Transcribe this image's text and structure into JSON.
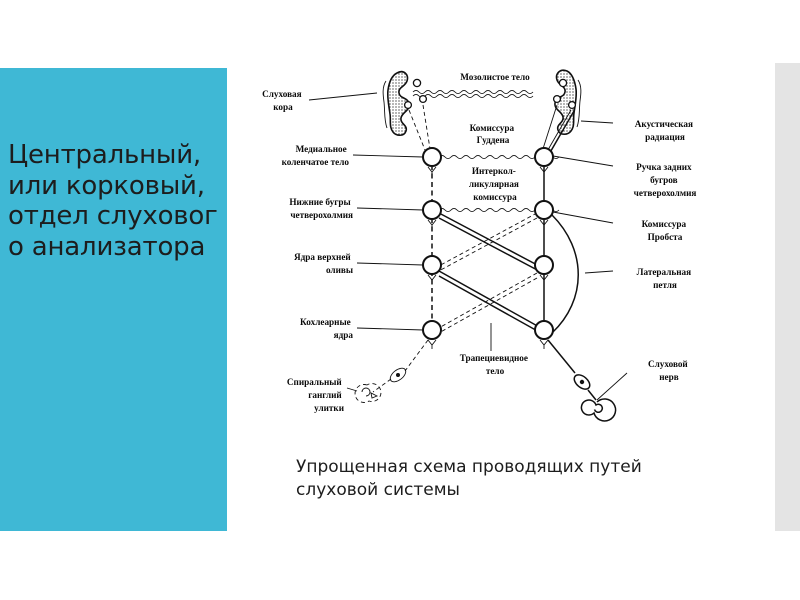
{
  "slide": {
    "title": "Центральный, или корковый, отдел слухового анализатора",
    "caption": "Упрощенная схема проводящих путей слуховой системы",
    "accent_color": "#3fb8d5",
    "background_color": "#ffffff",
    "scrollbar_color": "#e4e4e4"
  },
  "figure": {
    "labels_left": [
      {
        "id": "auditory-cortex",
        "text": "Слуховая\nкора"
      },
      {
        "id": "medial-geniculate-body",
        "text": "Медиальное\nколенчатое тело"
      },
      {
        "id": "inferior-colliculi",
        "text": "Нижние бугры\nчетверохолмия"
      },
      {
        "id": "superior-olive-nuclei",
        "text": "Ядра верхней\nоливы"
      },
      {
        "id": "cochlear-nuclei",
        "text": "Кохлеарные\nядра"
      },
      {
        "id": "spiral-ganglion",
        "text": "Спиральный\nганглий\nулитки"
      }
    ],
    "labels_right": [
      {
        "id": "acoustic-radiation",
        "text": "Акустическая\nрадиация"
      },
      {
        "id": "brachium-of-inferior-colliculus",
        "text": "Ручка задних\nбугров\nчетверохолмия"
      },
      {
        "id": "probst-commissure",
        "text": "Комиссура\nПробста"
      },
      {
        "id": "lateral-lemniscus",
        "text": "Латеральная\nпетля"
      },
      {
        "id": "auditory-nerve",
        "text": "Слуховой\nнерв"
      }
    ],
    "labels_center": [
      {
        "id": "corpus-callosum",
        "text": "Мозолистое тело"
      },
      {
        "id": "gudden-commissure",
        "text": "Комиссура\nГуддена"
      },
      {
        "id": "intercollicular-commissure",
        "text": "Интеркол-\nликулярная\nкомиссура"
      },
      {
        "id": "trapezoid-body",
        "text": "Трапециевидное\nтело"
      }
    ]
  }
}
